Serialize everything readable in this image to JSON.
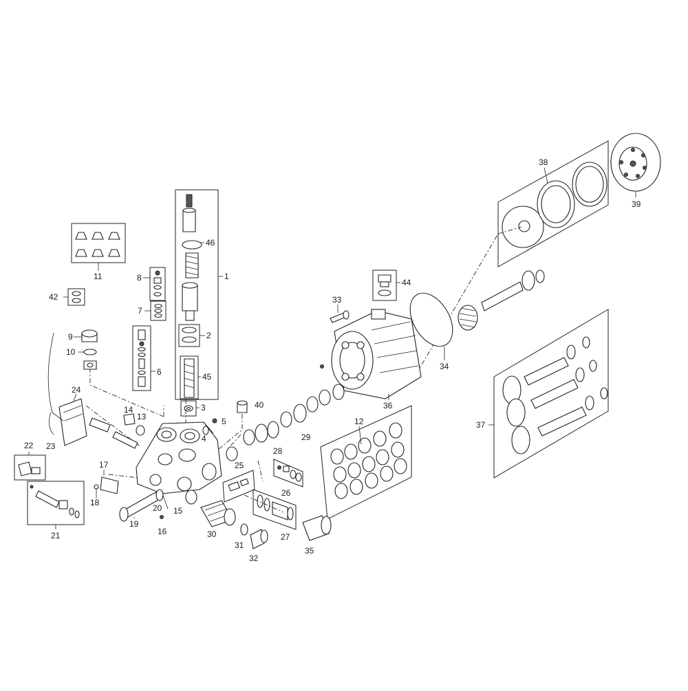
{
  "callouts": {
    "c1": "1",
    "c2": "2",
    "c3": "3",
    "c4": "4",
    "c5": "5",
    "c6": "6",
    "c7": "7",
    "c8": "8",
    "c9": "9",
    "c10": "10",
    "c11": "11",
    "c12": "12",
    "c13": "13",
    "c14": "14",
    "c15": "15",
    "c16": "16",
    "c17": "17",
    "c18": "18",
    "c19": "19",
    "c20": "20",
    "c21": "21",
    "c22": "22",
    "c23": "23",
    "c24": "24",
    "c25": "25",
    "c26": "26",
    "c27": "27",
    "c28": "28",
    "c29": "29",
    "c30": "30",
    "c31": "31",
    "c32": "32",
    "c33": "33",
    "c34": "34",
    "c35": "35",
    "c36": "36",
    "c37": "37",
    "c38": "38",
    "c39": "39",
    "c40": "40",
    "c42": "42",
    "c44": "44",
    "c45": "45",
    "c46": "46"
  }
}
